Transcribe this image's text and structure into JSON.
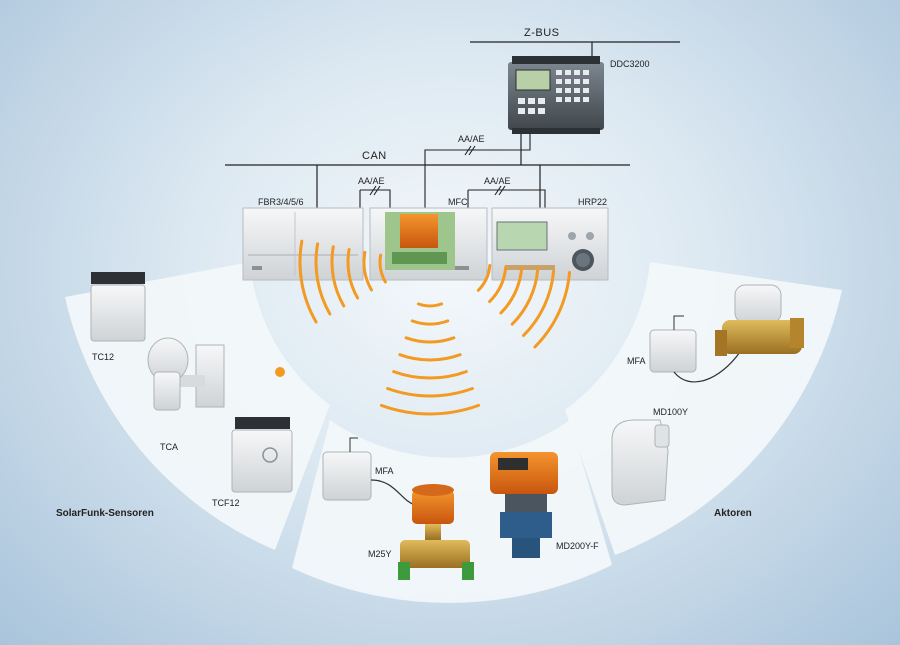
{
  "bus": {
    "zbus": "Z-BUS",
    "can": "CAN",
    "link_1": "AA/AE",
    "link_2": "AA/AE",
    "link_3": "AA/AE"
  },
  "controllers": {
    "ddc": "DDC3200",
    "fbr": "FBR3/4/5/6",
    "mfc": "MFC",
    "hrp": "HRP22"
  },
  "sensors": {
    "tc12": "TC12",
    "tca": "TCA",
    "tcf12": "TCF12",
    "group": "SolarFunk-Sensoren"
  },
  "middle": {
    "mfa": "MFA",
    "m25y": "M25Y",
    "md200": "MD200Y-F"
  },
  "actors": {
    "mfa": "MFA",
    "md100": "MD100Y",
    "group": "Aktoren"
  },
  "colors": {
    "wave": "#f29a22",
    "orange_device": "#e8761e",
    "brass": "#c79a3a",
    "sector": "#f3f7fa",
    "device_grey": "#e6e8ea",
    "display_green": "#b8d6b0"
  }
}
